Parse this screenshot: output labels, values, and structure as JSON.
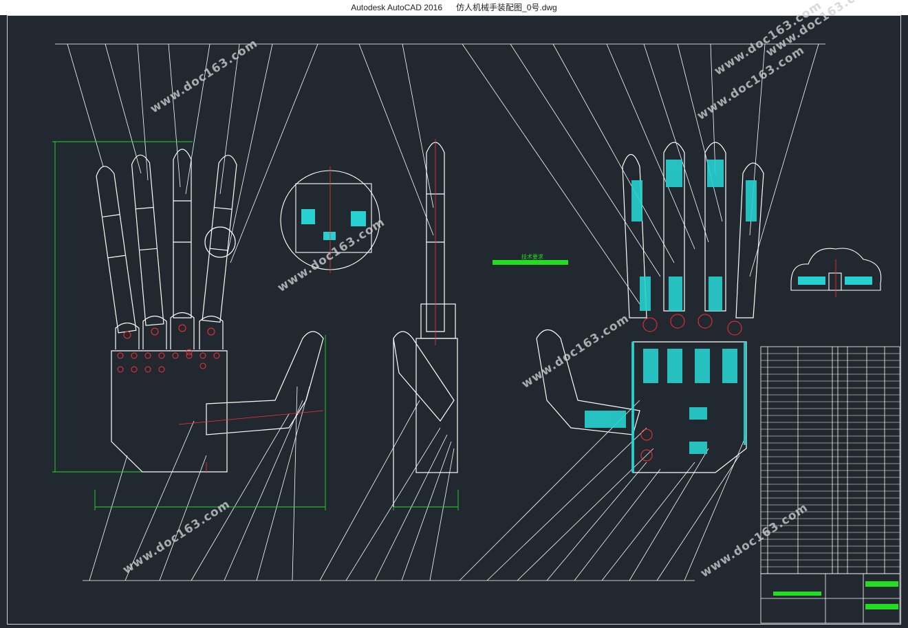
{
  "window": {
    "app_name": "Autodesk AutoCAD 2016",
    "file_name": "仿人机械手装配图_0号.dwg"
  },
  "watermark": "www.doc163.com",
  "drawing": {
    "section_label": "技术要求"
  },
  "colors": {
    "background": "#212830",
    "lines": "#ffffff",
    "hatch": "#27d1d1",
    "dimension": "#22dd22",
    "center_mark": "#ff3030"
  }
}
